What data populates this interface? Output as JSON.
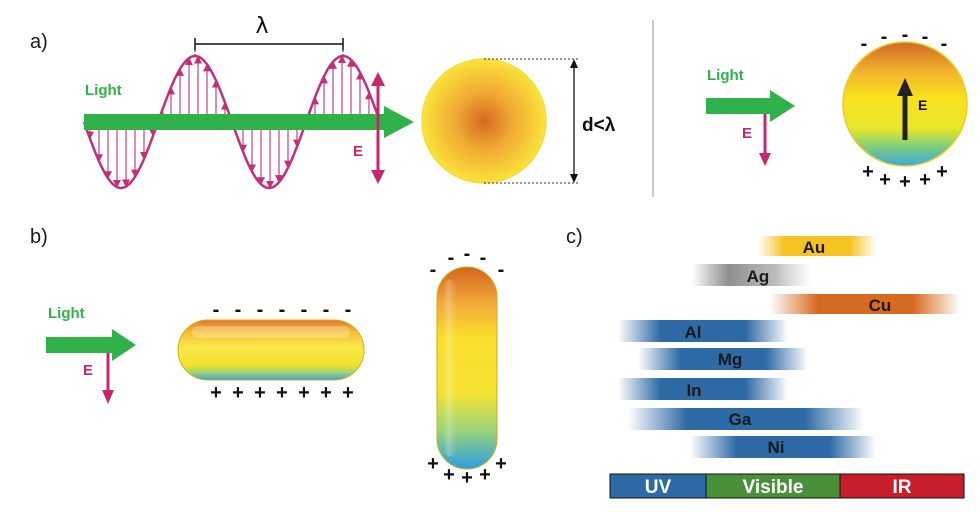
{
  "panel_a": {
    "label": "a)",
    "wavelength_symbol": "λ",
    "light_label": "Light",
    "e_label": "E",
    "size_label": "d<λ",
    "dipole": {
      "light_label": "Light",
      "e_label": "E",
      "inner_e_label": "E",
      "top_charges": [
        "-",
        "-",
        "-",
        "-",
        "-"
      ],
      "bottom_charges": [
        "+",
        "+",
        "+",
        "+",
        "+"
      ]
    }
  },
  "panel_b": {
    "label": "b)",
    "light_label": "Light",
    "e_label": "E",
    "horizontal_rod": {
      "top_charges": [
        "-",
        "-",
        "-",
        "-",
        "-",
        "-",
        "-"
      ],
      "bottom_charges": [
        "+",
        "+",
        "+",
        "+",
        "+",
        "+",
        "+"
      ]
    },
    "vertical_rod": {
      "top_charges": [
        "-",
        "-",
        "-",
        "-",
        "-"
      ],
      "bottom_charges": [
        "+",
        "+",
        "+",
        "+",
        "+"
      ]
    }
  },
  "panel_c": {
    "label": "c)",
    "metals": [
      "Au",
      "Ag",
      "Cu",
      "Al",
      "Mg",
      "In",
      "Ga",
      "Ni"
    ],
    "spectrum_bands": [
      {
        "label": "UV",
        "color": "#2e6aa5"
      },
      {
        "label": "Visible",
        "color": "#4a8f3a"
      },
      {
        "label": "IR",
        "color": "#c61e2b"
      }
    ]
  },
  "colors": {
    "light_arrow": "#2fb24a",
    "e_field": "#c7256e",
    "wave": "#c2307a"
  }
}
